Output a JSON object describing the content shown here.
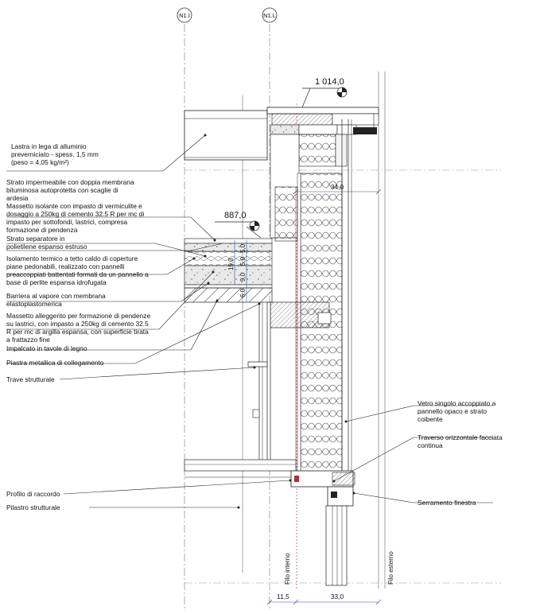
{
  "axes": {
    "left": "N1.I",
    "right": "N1.L"
  },
  "elevations": {
    "top": "1 014,0",
    "mid": "887,0"
  },
  "dims": {
    "width_top": "34,0",
    "bottom_left": "11,5",
    "bottom_right": "33,0",
    "v_total": "19,0",
    "v_a": "5,0",
    "v_b": "5,0",
    "v_c": "9,0",
    "v_d": "6,0"
  },
  "vertical_labels": {
    "inner": "Filo interno",
    "outer": "Filo esterno"
  },
  "labels_left": [
    [
      "Lastra in lega di alluminio",
      "preverniciato - spess. 1,5 mm",
      "(peso = 4,05 kg/m²)"
    ],
    [
      "Strato impermeabile con doppia membrana",
      "bituminosa autoprotetta con scaglie di",
      "ardesia"
    ],
    [
      "Massetto isolante con impasto di vermiculite e",
      "dosaggio a 250kg di cemento 32.5 R per mc di",
      "impasto per sottofondi, lastrici, compresa",
      "formazione di pendenza"
    ],
    [
      "Strato separatore in",
      "polietilene espanso estruso"
    ],
    [
      "Isolamento termico a tetto caldo di coperture",
      "piane pedonabili, realizzato con pannelli",
      "preaccoppiati battentati formati da un pannello a",
      "base di perlite espansa idrofugata"
    ],
    [
      "Barriera al vapore con membrana",
      "elastoplastomerica"
    ],
    [
      "Massetto alleggerito per formazione di pendenze",
      "su lastrici, con impasto a 250kg di cemento 32.5",
      "R per mc di argilla espansa, con superficie tirata",
      "a frattazzo fine"
    ],
    [
      "Impalcato in tavole di legno"
    ],
    [
      "Piastra metallica di collegamento"
    ],
    [
      "Trave strutturale"
    ],
    [
      "Profilo di raccordo"
    ],
    [
      "Pilastro strutturale"
    ]
  ],
  "labels_right": [
    [
      "Vetro singolo accoppiato a",
      "pannello opaco e strato",
      "coibente"
    ],
    [
      "Traverso orizzontale facciata",
      "continua"
    ],
    [
      "Serramento finestra"
    ]
  ]
}
